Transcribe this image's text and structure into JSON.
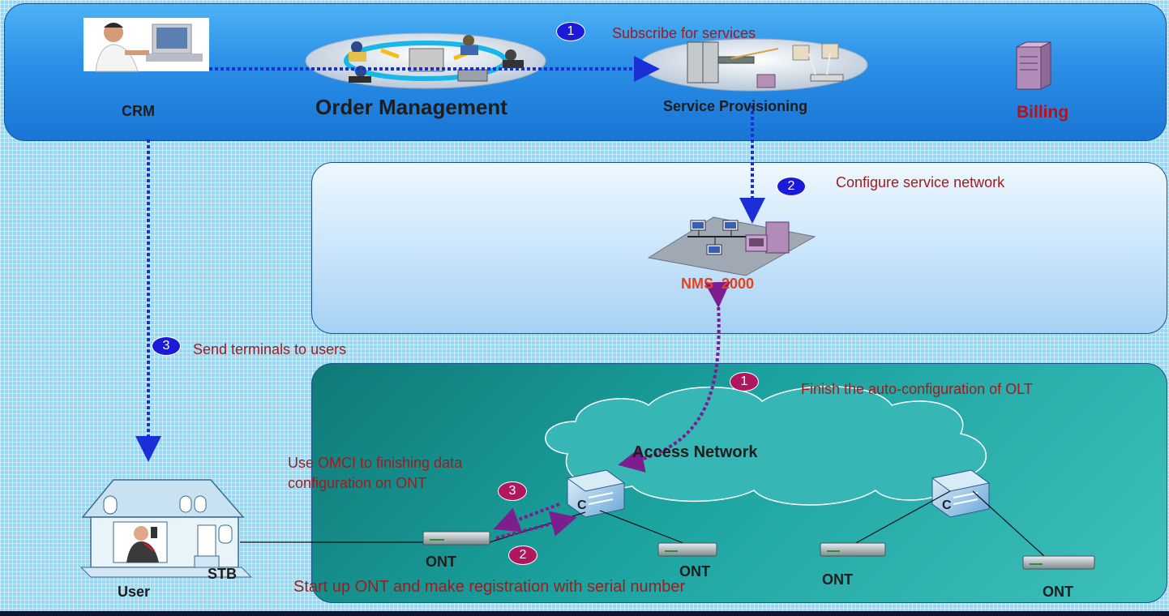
{
  "colors": {
    "top_panel": "#2a8fe6",
    "middle_panel": "#cbe6fb",
    "access_panel": "#1ca3a0",
    "label_red": "#9e1b1e",
    "nms_orange": "#e8401c",
    "billing_red": "#b3131c",
    "blue_arrow": "#1b2fd6",
    "purple_arrow": "#7d1e8f"
  },
  "top": {
    "crm": "CRM",
    "order_management": "Order Management",
    "service_provisioning": "Service Provisioning",
    "billing": "Billing",
    "step_number": "1",
    "step_text": "Subscribe for services"
  },
  "middle": {
    "step_number": "2",
    "step_text": "Configure service network",
    "nms": "NMS  2000"
  },
  "delivery": {
    "step_number": "3",
    "step_text": "Send terminals to users"
  },
  "access": {
    "step1_number": "1",
    "step1_text": "Finish the auto-configuration of OLT",
    "cloud_label": "Access Network",
    "omci_line1": "Use OMCI to finishing data",
    "omci_line2": "configuration on ONT",
    "step3_number": "3",
    "step2_number": "2",
    "registration_text": "Start up ONT and make registration with serial number",
    "ont1": "ONT",
    "ont2": "ONT",
    "ont3": "ONT",
    "ont4": "ONT"
  },
  "user": {
    "user": "User",
    "stb": "STB"
  },
  "icons": [
    "crm-operator-icon",
    "order-management-icon",
    "service-provisioning-icon",
    "billing-server-icon",
    "nms-network-icon",
    "olt-switch-icon",
    "ont-device-icon",
    "user-house-icon"
  ]
}
